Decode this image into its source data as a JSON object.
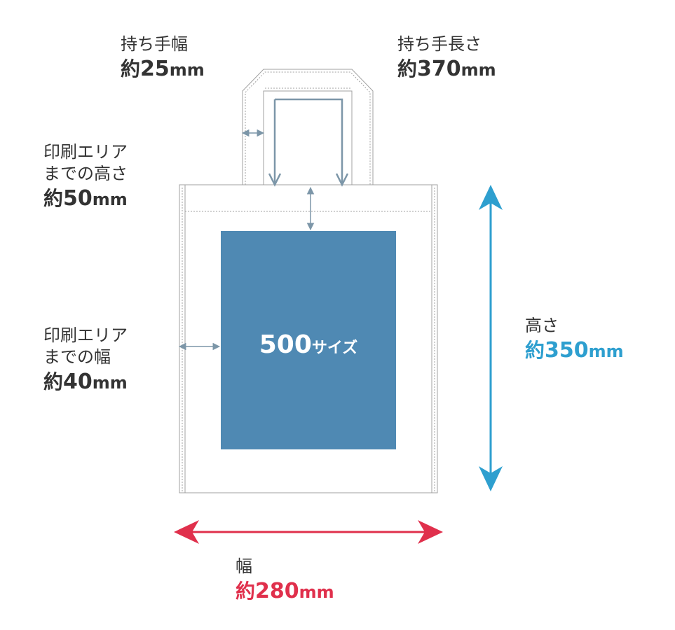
{
  "handle_width": {
    "title": "持ち手幅",
    "prefix": "約",
    "number": "25",
    "unit": "mm"
  },
  "handle_length": {
    "title": "持ち手長さ",
    "prefix": "約",
    "number": "370",
    "unit": "mm"
  },
  "print_top_offset": {
    "title_line1": "印刷エリア",
    "title_line2": "までの高さ",
    "prefix": "約",
    "number": "50",
    "unit": "mm"
  },
  "print_side_offset": {
    "title_line1": "印刷エリア",
    "title_line2": "までの幅",
    "prefix": "約",
    "number": "40",
    "unit": "mm"
  },
  "height": {
    "title": "高さ",
    "prefix": "約",
    "number": "350",
    "unit": "mm"
  },
  "width": {
    "title": "幅",
    "prefix": "約",
    "number": "280",
    "unit": "mm"
  },
  "print_area": {
    "number": "500",
    "suffix": "サイズ"
  },
  "colors": {
    "text": "#333333",
    "bag_outline": "#a0a0a0",
    "print_area": "#4f89b3",
    "dim_arrow": "#7c96a8",
    "height_accent": "#2e9fcf",
    "width_accent": "#e0304c"
  }
}
